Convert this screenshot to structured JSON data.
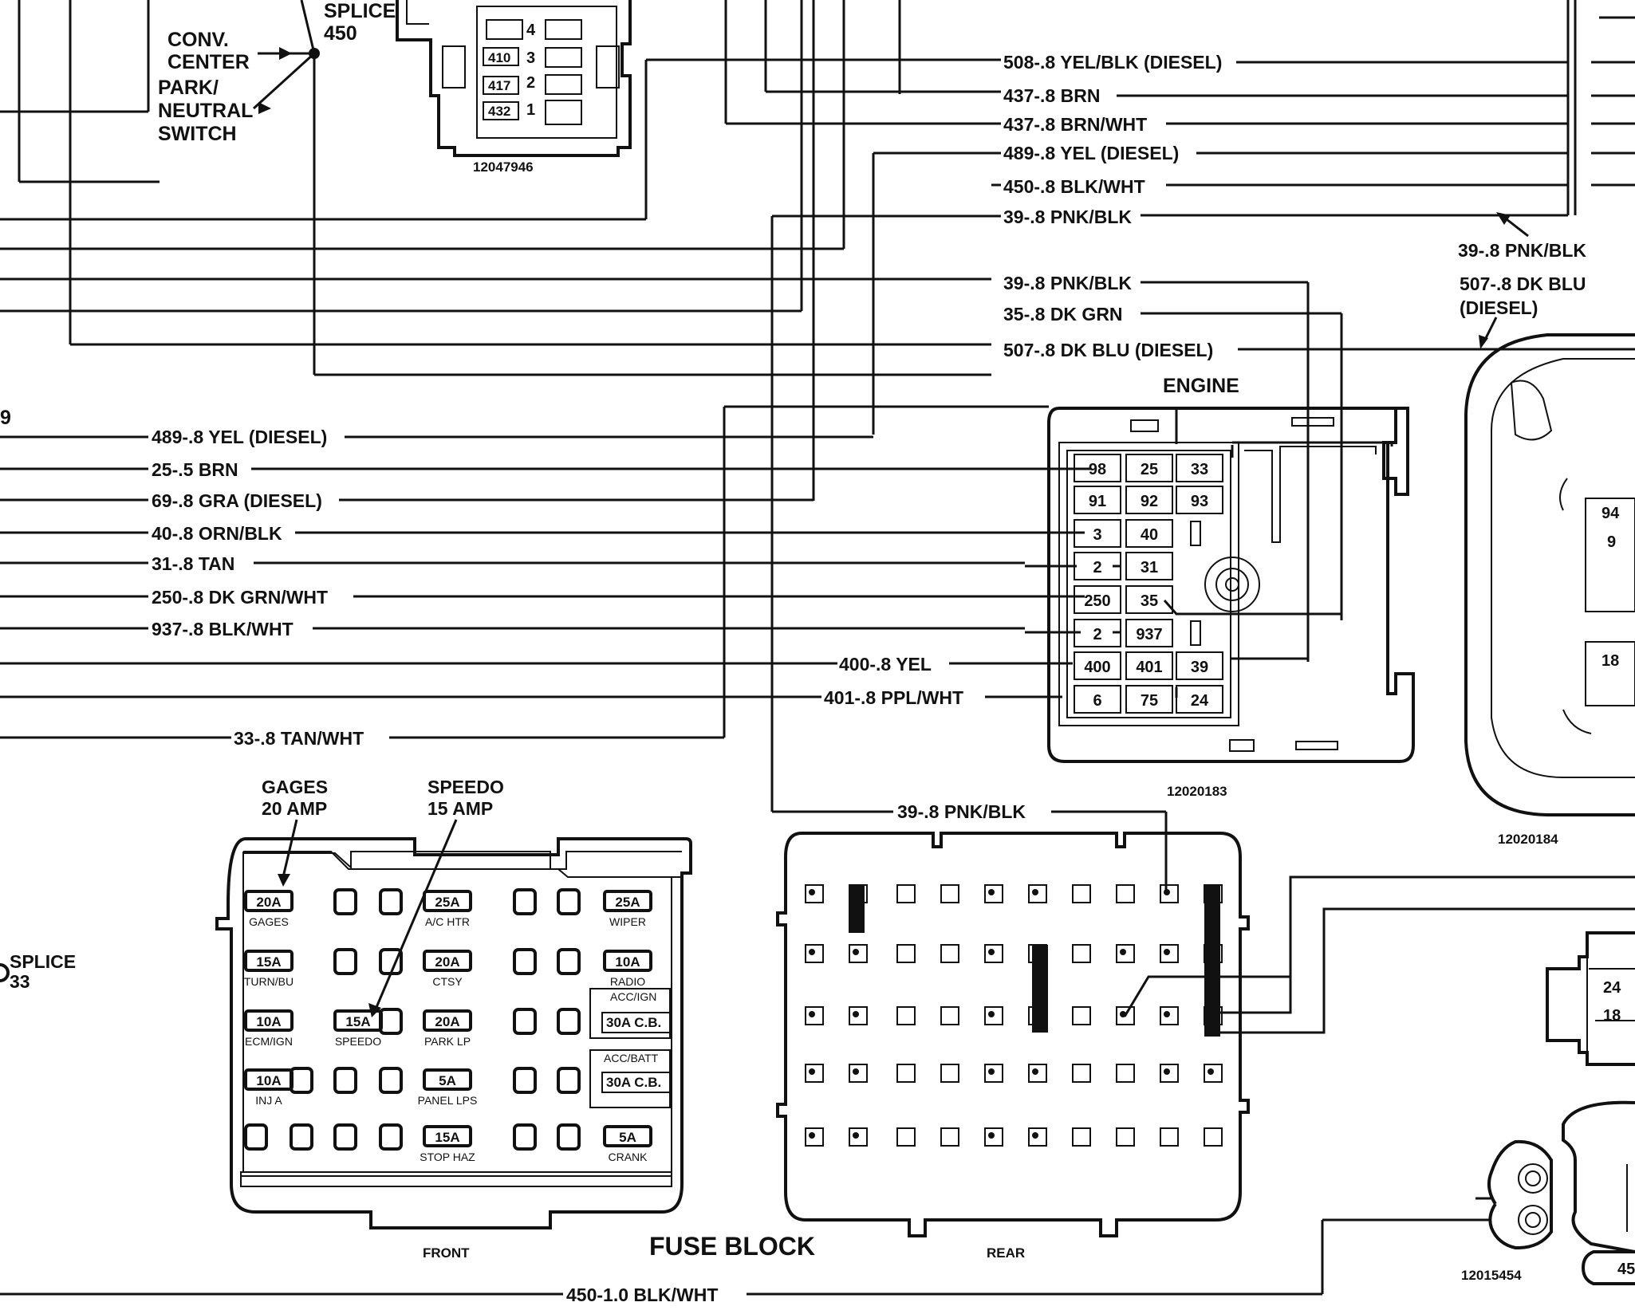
{
  "top_left": {
    "conv_center": "CONV.\nCENTER",
    "park_neutral": "PARK/\nNEUTRAL\nSWITCH",
    "splice_450_word": "SPLICE",
    "splice_450_num": "450",
    "cut_number": "9"
  },
  "top_connector": {
    "part_number": "12047946",
    "pins": [
      {
        "num": "4",
        "wire": ""
      },
      {
        "num": "3",
        "wire": "410"
      },
      {
        "num": "2",
        "wire": "417"
      },
      {
        "num": "1",
        "wire": "432"
      }
    ]
  },
  "top_wires": [
    "508-.8 YEL/BLK (DIESEL)",
    "437-.8 BRN",
    "437-.8 BRN/WHT",
    "489-.8 YEL (DIESEL)",
    "450-.8 BLK/WHT",
    "39-.8 PNK/BLK",
    "39-.8 PNK/BLK",
    "35-.8 DK GRN",
    "507-.8 DK BLU (DIESEL)"
  ],
  "left_wires": [
    "489-.8 YEL (DIESEL)",
    "25-.5 BRN",
    "69-.8 GRA (DIESEL)",
    "40-.8 ORN/BLK",
    "31-.8 TAN",
    "250-.8 DK GRN/WHT",
    "937-.8 BLK/WHT",
    "400-.8 YEL",
    "401-.8 PPL/WHT",
    "33-.8 TAN/WHT"
  ],
  "engine_connector": {
    "title": "ENGINE",
    "part_number": "12020183",
    "rows": [
      [
        "98",
        "25",
        "33"
      ],
      [
        "91",
        "92",
        "93"
      ],
      [
        "3",
        "40",
        ""
      ],
      [
        "2",
        "31",
        ""
      ],
      [
        "250",
        "35",
        ""
      ],
      [
        "2",
        "937",
        ""
      ],
      [
        "400",
        "401",
        "39"
      ],
      [
        "6",
        "75",
        "24"
      ]
    ]
  },
  "right_side": {
    "label_pnk": "39-.8 PNK/BLK",
    "label_dkblu": "507-.8 DK BLU\n(DIESEL)",
    "part_number_184": "12020184",
    "pins_184": [
      "94",
      "9",
      "18"
    ],
    "part_number_454": "12015454",
    "pins_small": [
      "24",
      "18"
    ],
    "cut_label": "45"
  },
  "fuse_block": {
    "title": "FUSE BLOCK",
    "front_label": "FRONT",
    "rear_label": "REAR",
    "gages_callout": "GAGES\n20 AMP",
    "speedo_callout": "SPEEDO\n15 AMP",
    "rear_wire": "39-.8 PNK/BLK",
    "fuses": [
      {
        "rating": "20A",
        "name": "GAGES"
      },
      {
        "rating": "25A",
        "name": "A/C HTR"
      },
      {
        "rating": "25A",
        "name": "WIPER"
      },
      {
        "rating": "15A",
        "name": "TURN/BU"
      },
      {
        "rating": "20A",
        "name": "CTSY"
      },
      {
        "rating": "10A",
        "name": "RADIO"
      },
      {
        "rating": "10A",
        "name": "ECM/IGN"
      },
      {
        "rating": "15A",
        "name": "SPEEDO"
      },
      {
        "rating": "20A",
        "name": "PARK LP"
      },
      {
        "rating": "10A",
        "name": "INJ A"
      },
      {
        "rating": "5A",
        "name": "PANEL LPS"
      },
      {
        "rating": "15A",
        "name": "STOP HAZ"
      },
      {
        "rating": "5A",
        "name": "CRANK"
      }
    ],
    "breakers": [
      {
        "rating": "30A C.B.",
        "name": "ACC/IGN"
      },
      {
        "rating": "30A C.B.",
        "name": "ACC/BATT"
      }
    ]
  },
  "bottom": {
    "splice_33": "SPLICE\n33",
    "ground_wire": "450-1.0 BLK/WHT"
  }
}
